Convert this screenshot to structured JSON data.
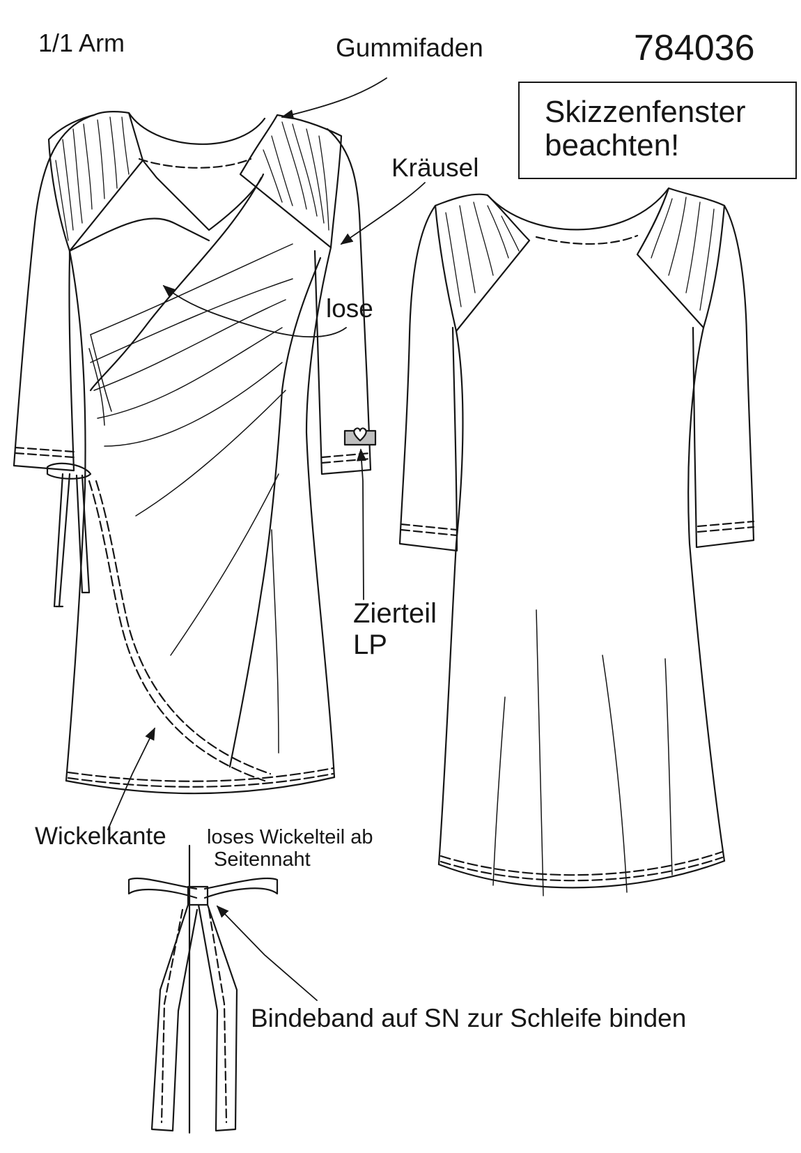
{
  "header": {
    "sleeve_label": "1/1 Arm",
    "article_number": "784036",
    "sketch_window_note": [
      "Skizzenfenster",
      "beachten!"
    ]
  },
  "annotations": {
    "gummifaden": "Gummifaden",
    "kraeusel": "Kräusel",
    "lose": "lose",
    "zierteil": [
      "Zierteil",
      "LP"
    ],
    "wickelkante": "Wickelkante",
    "loses_wickelteil": [
      "loses Wickelteil ab",
      "Seitennaht"
    ],
    "bindeband": "Bindeband auf SN zur Schleife binden"
  },
  "colors": {
    "line": "#161616",
    "detail_fill": "#bfbfbf",
    "background": "#ffffff"
  },
  "icons": [
    "arrow-head",
    "heart-ornament-icon"
  ]
}
